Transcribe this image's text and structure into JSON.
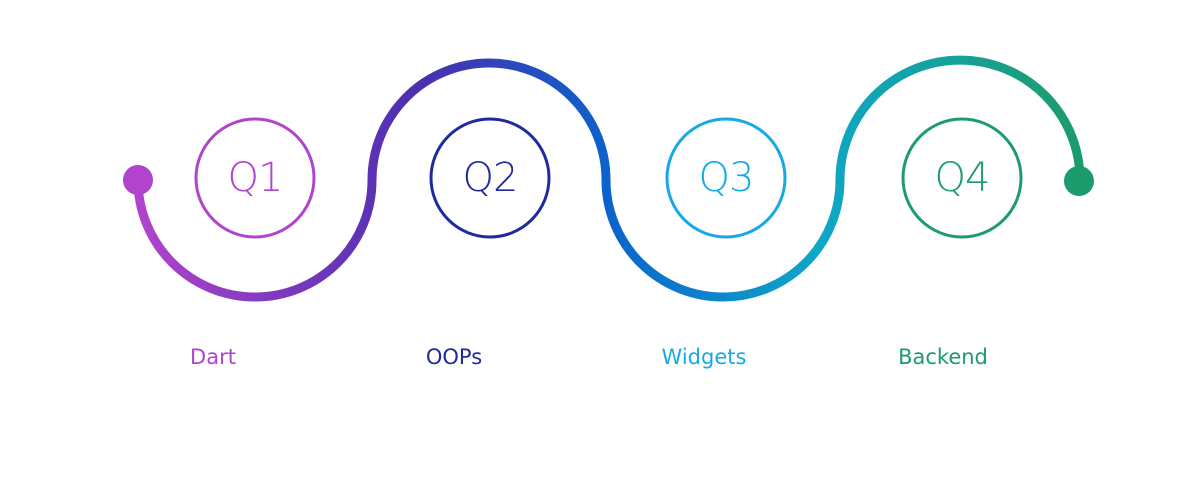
{
  "colors": {
    "purple": "#b044cc",
    "navy": "#1f2a9e",
    "sky": "#16a9e6",
    "green": "#1c9c6c",
    "wave_mid_1": "#4a2fb0",
    "wave_mid_2": "#0b63cc",
    "wave_mid_3": "#0ea7c8"
  },
  "steps": [
    {
      "quarter": "Q1",
      "topic": "Dart",
      "color": "#b044cc"
    },
    {
      "quarter": "Q2",
      "topic": "OOPs",
      "color": "#1f2a9e"
    },
    {
      "quarter": "Q3",
      "topic": "Widgets",
      "color": "#16a9e6"
    },
    {
      "quarter": "Q4",
      "topic": "Backend",
      "color": "#1c9c6c"
    }
  ]
}
